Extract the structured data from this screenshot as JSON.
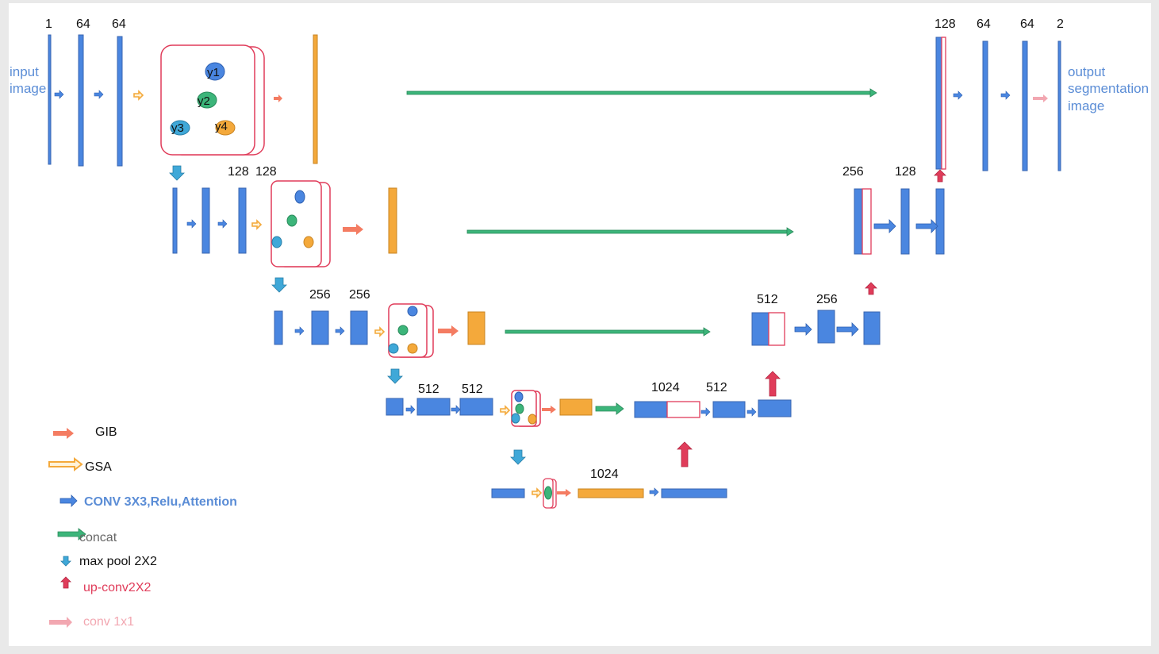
{
  "colors": {
    "blue": "#4472c4",
    "blue_fill": "#4a86e0",
    "orange": "#f4a93b",
    "salmon": "#f47c62",
    "green": "#3cb57a",
    "cyan": "#3fa8d8",
    "red": "#e03c5a",
    "pink": "#f2a7b1",
    "label_blue": "#5b8dd6"
  },
  "level1": {
    "channels": [
      "1",
      "64",
      "64"
    ],
    "gsa_nodes": [
      "y1",
      "y2",
      "y3",
      "y4"
    ],
    "input_label": [
      "input",
      "image"
    ]
  },
  "level2": {
    "channels": [
      "128",
      "128"
    ]
  },
  "level3": {
    "channels": [
      "256",
      "256"
    ]
  },
  "level4": {
    "channels": [
      "512",
      "512"
    ]
  },
  "bottleneck": {
    "channels": [
      "1024"
    ]
  },
  "decoder": {
    "d4_channels": [
      "1024",
      "512"
    ],
    "d3_channels": [
      "512",
      "256"
    ],
    "d2_channels": [
      "256",
      "128"
    ],
    "d1_channels": [
      "128",
      "64",
      "64",
      "2"
    ],
    "output_label": [
      "output",
      "segmentation",
      "image"
    ]
  },
  "legend": [
    {
      "key": "gib",
      "label": "GIB",
      "icon": "salmon-arrow-icon"
    },
    {
      "key": "gsa",
      "label": "GSA",
      "icon": "orange-outline-arrow-icon"
    },
    {
      "key": "conv",
      "label": "CONV 3X3,Relu,Attention",
      "icon": "blue-arrow-icon"
    },
    {
      "key": "concat",
      "label": "concat",
      "icon": "green-arrow-icon"
    },
    {
      "key": "maxpool",
      "label": "max pool 2X2",
      "icon": "down-arrow-icon"
    },
    {
      "key": "upconv",
      "label": "up-conv2X2",
      "icon": "up-arrow-icon"
    },
    {
      "key": "conv1x1",
      "label": "conv 1x1",
      "icon": "pink-arrow-icon"
    }
  ]
}
